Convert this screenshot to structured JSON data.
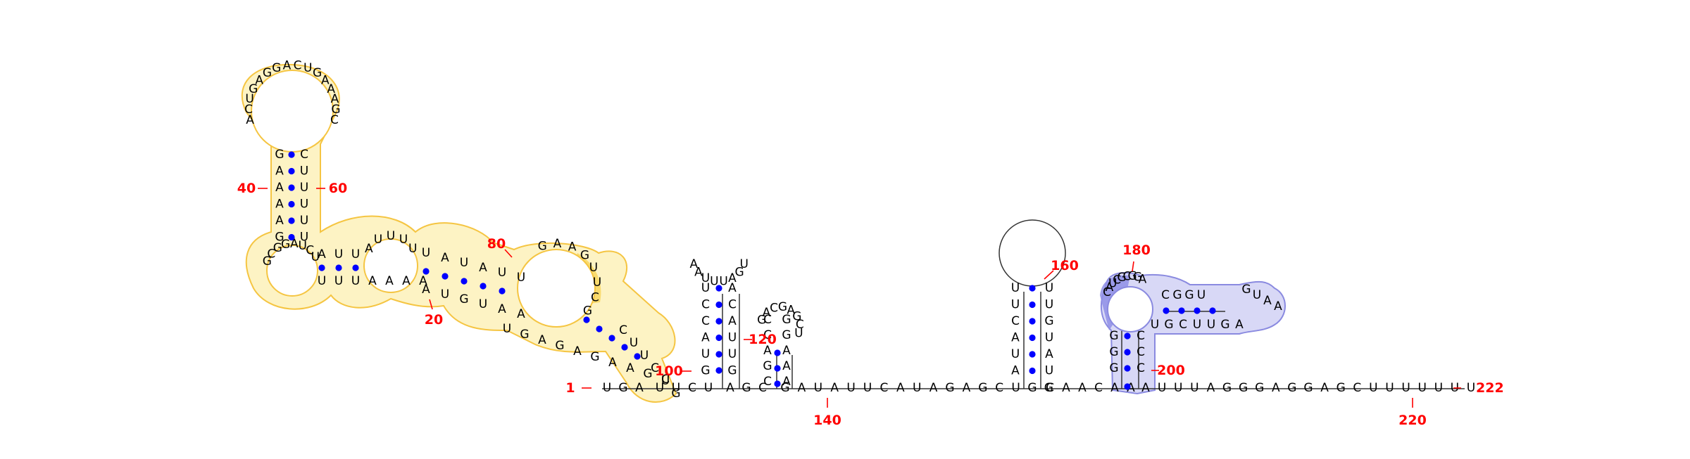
{
  "structure": {
    "sequence_segments": [
      {
        "id": "p1",
        "text": "UGA"
      },
      {
        "id": "p2",
        "text": "UUCU"
      },
      {
        "id": "p3",
        "text": "AGC"
      },
      {
        "id": "p4",
        "text": "GAUAUUCAUAGAGCUGG"
      },
      {
        "id": "p5",
        "text": "CAACAA"
      },
      {
        "id": "p6",
        "text": "AUUUAGGGAGGAGCUUUUUUU"
      },
      {
        "id": "h1_top",
        "text": "UCCAUG"
      },
      {
        "id": "h1_bot",
        "text": "ACAUUG"
      },
      {
        "id": "h1_loop",
        "text": "AAUUUAGU"
      },
      {
        "id": "h2_top",
        "text": "CCAGC"
      },
      {
        "id": "h2_bot",
        "text": "GGAAA"
      },
      {
        "id": "h3_loop",
        "text": "GACGAGCU"
      },
      {
        "id": "h3_left",
        "text": "UCCGAUG"
      },
      {
        "id": "h3_right",
        "text": "UCAGAUU"
      },
      {
        "id": "h4_left",
        "text": "UUCAUA"
      },
      {
        "id": "h4_right",
        "text": "UUGUAU"
      },
      {
        "id": "h5_left",
        "text": "GGG"
      },
      {
        "id": "h5_right",
        "text": "CCC"
      },
      {
        "id": "h5_loop_top",
        "text": "CAUCGCGGA"
      },
      {
        "id": "h5_loop_bot",
        "text": "UGCUUGA"
      },
      {
        "id": "h5_hairpin",
        "text": "GUAA"
      },
      {
        "id": "h5_bulge",
        "text": "CGGU"
      },
      {
        "id": "bigstem_left",
        "text": "GAAAAG"
      },
      {
        "id": "bigstem_right",
        "text": "CUUUUU"
      },
      {
        "id": "big_loop",
        "text": "ACUGAGGACUGAAAGC"
      },
      {
        "id": "jl_left",
        "text": "GCGGAUCU"
      },
      {
        "id": "jl_bot",
        "text": "UUUAAAA"
      },
      {
        "id": "jl_top",
        "text": "AUU"
      },
      {
        "id": "jl_loop",
        "text": "AUUUU"
      },
      {
        "id": "mid_top",
        "text": "UAUAUU"
      },
      {
        "id": "mid_bot",
        "text": "AUGUAA"
      },
      {
        "id": "mid_loop",
        "text": "GAAGUUCG"
      },
      {
        "id": "mid_lower",
        "text": "UGAGAGAAGC"
      },
      {
        "id": "mid_right",
        "text": "CUUCUG"
      }
    ],
    "number_labels": [
      "1",
      "20",
      "40",
      "60",
      "80",
      "100",
      "120",
      "140",
      "160",
      "180",
      "200",
      "220",
      "222"
    ]
  },
  "colors": {
    "pair_dot": "#0000ff",
    "number": "#ff0000",
    "yellow_fill": "#fdf3c4",
    "yellow_stroke": "#f5c542",
    "yellow_dark": "#f8d45a",
    "blue_fill": "#d8d8f6",
    "blue_stroke": "#8a8ae0",
    "blue_dark": "#8f8fe6"
  }
}
